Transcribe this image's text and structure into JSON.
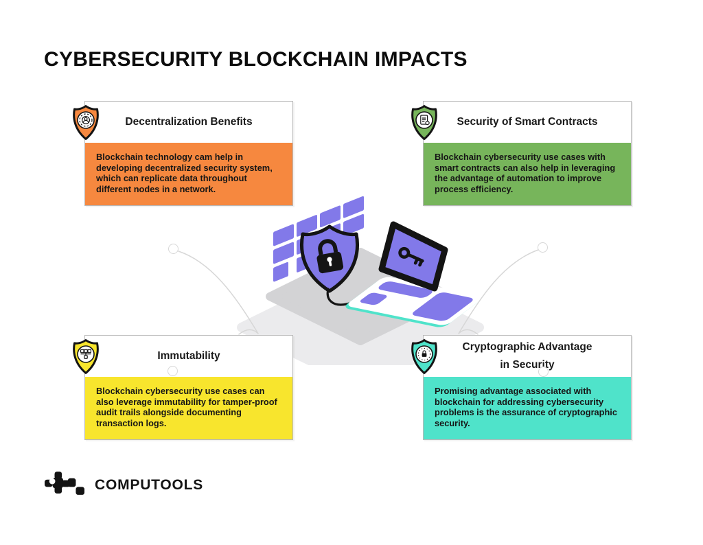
{
  "page": {
    "title": "CYBERSECURITY BLOCKCHAIN IMPACTS",
    "background": "#ffffff",
    "connector_color": "#d7d7d7"
  },
  "cards": [
    {
      "title": "Decentralization Benefits",
      "title2": "",
      "body": "Blockchain technology cam help in developing decentralized security system, which can replicate data throughout different nodes in a network.",
      "color": "#F6883F",
      "icon": "shield-gear-user-icon"
    },
    {
      "title": "Security of Smart Contracts",
      "title2": "",
      "body": "Blockchain cybersecurity use cases with smart contracts can also help in leveraging the advantage of automation to improve process efficiency.",
      "color": "#77B55B",
      "icon": "shield-contract-icon"
    },
    {
      "title": "Immutability",
      "title2": "",
      "body": "Blockchain cybersecurity use cases can also leverage immutability for tamper-proof audit trails alongside documenting transaction logs.",
      "color": "#F8E52D",
      "icon": "shield-blockchain-icon"
    },
    {
      "title": "Cryptographic Advantage",
      "title2": "in Security",
      "body": "Promising advantage associated with blockchain for addressing cybersecurity problems is the assurance of cryptographic security.",
      "color": "#4FE3CA",
      "icon": "shield-lock-dial-icon"
    }
  ],
  "illustration": {
    "name": "blockchain-security-laptop",
    "purple": "#8279E9",
    "platform_gray": "#D3D3D5",
    "shadow_gray": "#EBEBED",
    "teal": "#4FE3CA",
    "ink": "#141414"
  },
  "logo": {
    "text": "COMPUTOOLS",
    "color": "#141414"
  }
}
